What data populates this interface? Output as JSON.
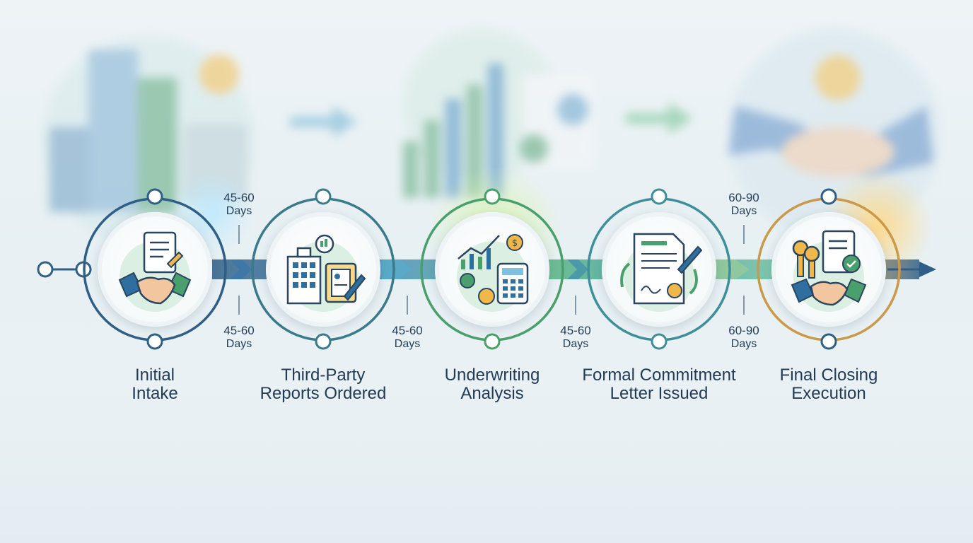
{
  "steps": [
    {
      "line1": "Initial",
      "line2": "Intake",
      "icon": "handshake-document-icon"
    },
    {
      "line1": "Third-Party",
      "line2": "Reports Ordered",
      "icon": "building-clipboard-icon"
    },
    {
      "line1": "Underwriting",
      "line2": "Analysis",
      "icon": "chart-calculator-icon"
    },
    {
      "line1": "Formal Commitment",
      "line2": "Letter Issued",
      "icon": "signed-letter-icon"
    },
    {
      "line1": "Final Closing",
      "line2": "Execution",
      "icon": "keys-handshake-icon"
    }
  ],
  "durations": {
    "top": [
      {
        "value": "45-60",
        "unit": "Days"
      },
      {
        "value": "60-90",
        "unit": "Days"
      }
    ],
    "bottom": [
      {
        "value": "45-60",
        "unit": "Days"
      },
      {
        "value": "45-60",
        "unit": "Days"
      },
      {
        "value": "45-60",
        "unit": "Days"
      },
      {
        "value": "60-90",
        "unit": "Days"
      }
    ]
  },
  "colors": {
    "ring_blue": "#2f5f86",
    "ring_green": "#4aa06c",
    "ring_teal": "#3f8f9a",
    "ring_orange": "#e4a646",
    "text_dark": "#213b55"
  }
}
